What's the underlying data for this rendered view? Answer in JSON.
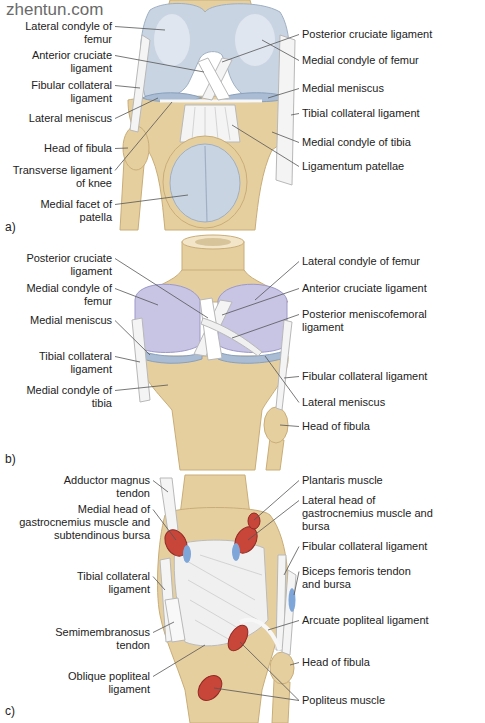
{
  "diagram": {
    "labels": [
      "zhentun.com",
      "Lateral condyle of femur",
      "Anterior cruciate ligament",
      "Fibular collateral ligament",
      "Lateral meniscus",
      "Head of fibula",
      "Transverse ligament of knee",
      "Medial facet of patella",
      "Posterior cruciate ligament",
      "Medial condyle of femur",
      "Medial meniscus",
      "Tibial collateral ligament",
      "Medial condyle of tibia",
      "Ligamentum patellae",
      "a)",
      "Posterior cruciate ligament",
      "Medial condyle of femur",
      "Medial meniscus",
      "Tibial collateral ligament",
      "Medial condyle of tibia",
      "Lateral condyle of femur",
      "Anterior cruciate ligament",
      "Posterior meniscofemoral ligament",
      "Fibular collateral ligament",
      "Lateral meniscus",
      "Head of fibula",
      "b)",
      "Adductor magnus tendon",
      "Medial head of gastrocnemius muscle and subtendinous bursa",
      "Tibial collateral ligament",
      "Semimembranosus tendon",
      "Oblique popliteal ligament",
      "Plantaris muscle",
      "Lateral head of gastrocnemius muscle and bursa",
      "Fibular collateral ligament",
      "Biceps femoris tendon and bursa",
      "Arcuate popliteal ligament",
      "Head of fibula",
      "Popliteus muscle",
      "c)"
    ]
  }
}
